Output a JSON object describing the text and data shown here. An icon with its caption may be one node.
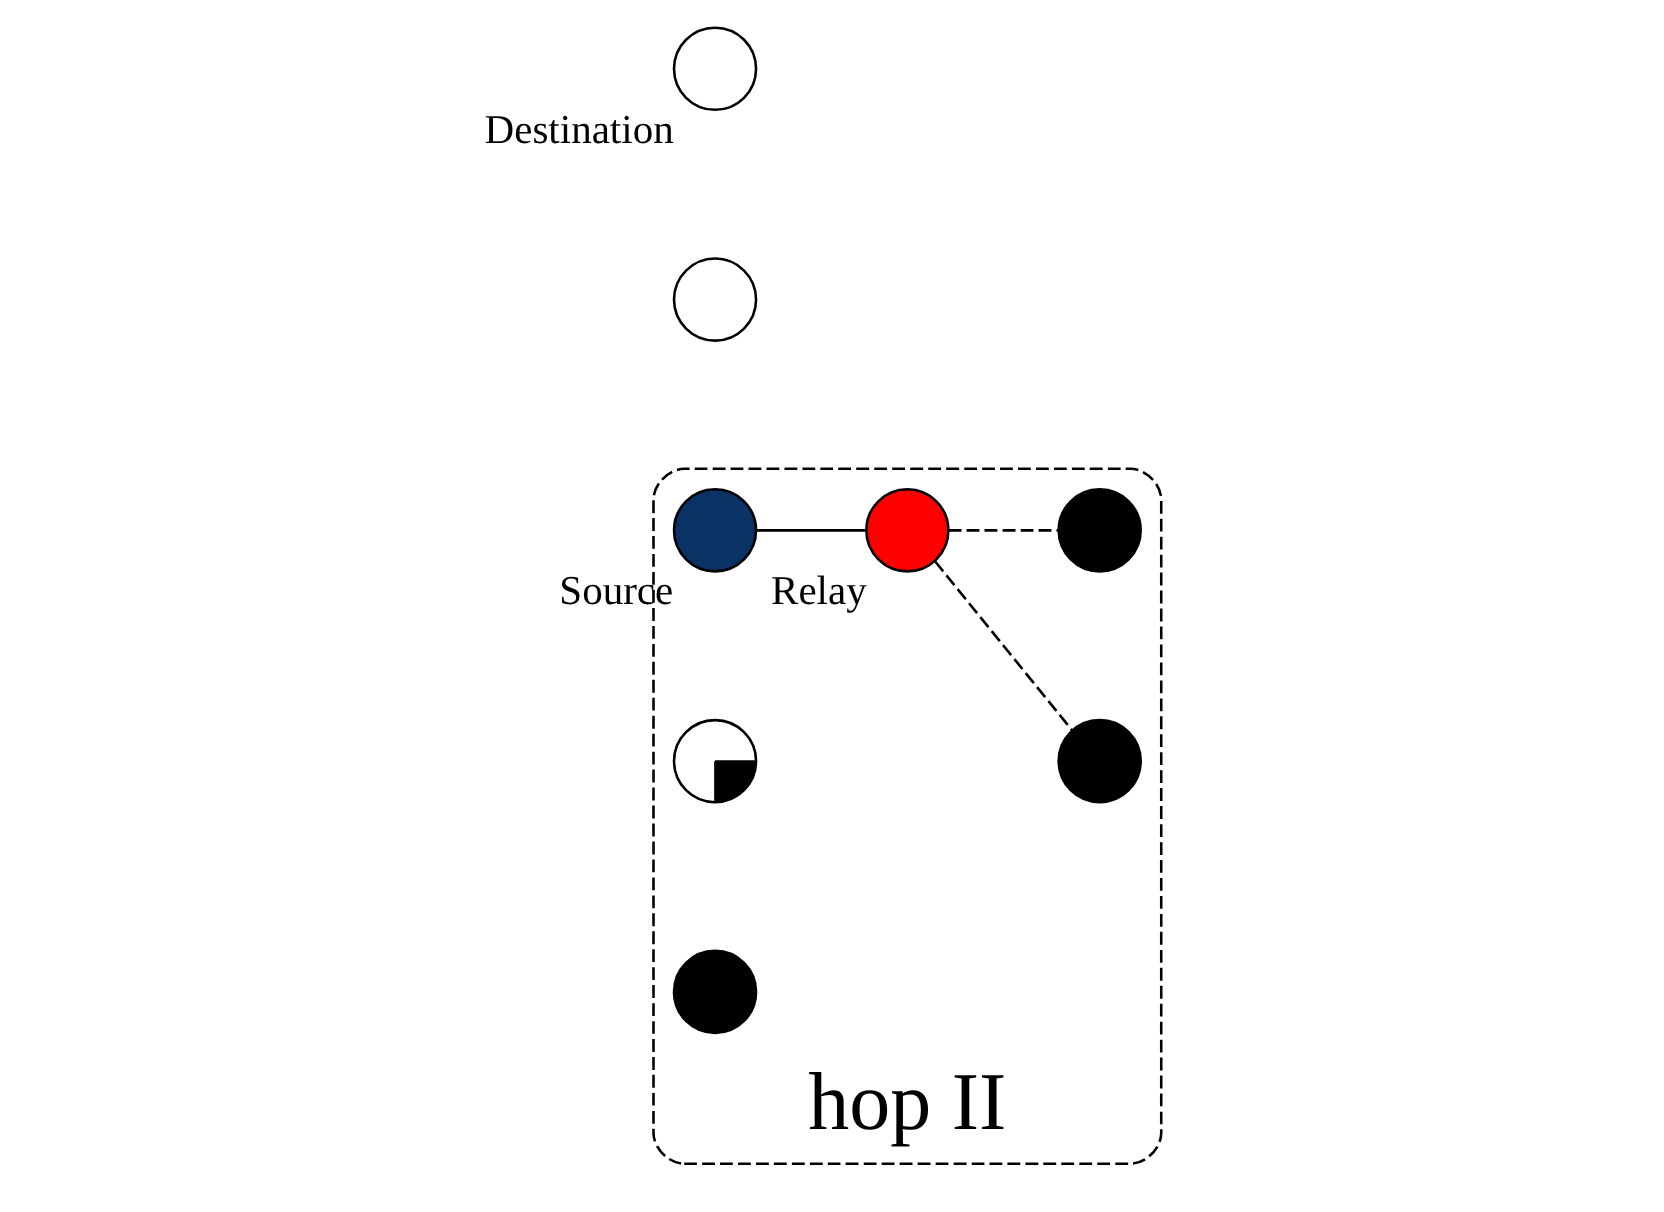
{
  "diagram": {
    "nodes": [
      {
        "text": [
          "hop II"
        ]
      },
      {
        "text": [],
        "shape": "circle",
        "in": 0
      },
      {
        "text": [],
        "shape": "circle"
      },
      {
        "text": [],
        "shape": "circle",
        "in": 0
      },
      {
        "text": [
          "Source"
        ],
        "in": 0
      },
      {
        "text": [
          "Destination"
        ]
      },
      {
        "text": [
          "Relay"
        ],
        "in": 0
      },
      {
        "text": [],
        "shape": "circle",
        "in": 0
      },
      {
        "text": [],
        "shape": "circle",
        "in": 0
      }
    ],
    "edges": [
      {
        "from": 4,
        "to": 6,
        "arrow": "none"
      },
      {
        "from": 6,
        "to": 1,
        "arrow": "none",
        "style": "dashed"
      },
      {
        "from": 6,
        "to": 3,
        "arrow": "none",
        "style": "dashed"
      }
    ]
  }
}
